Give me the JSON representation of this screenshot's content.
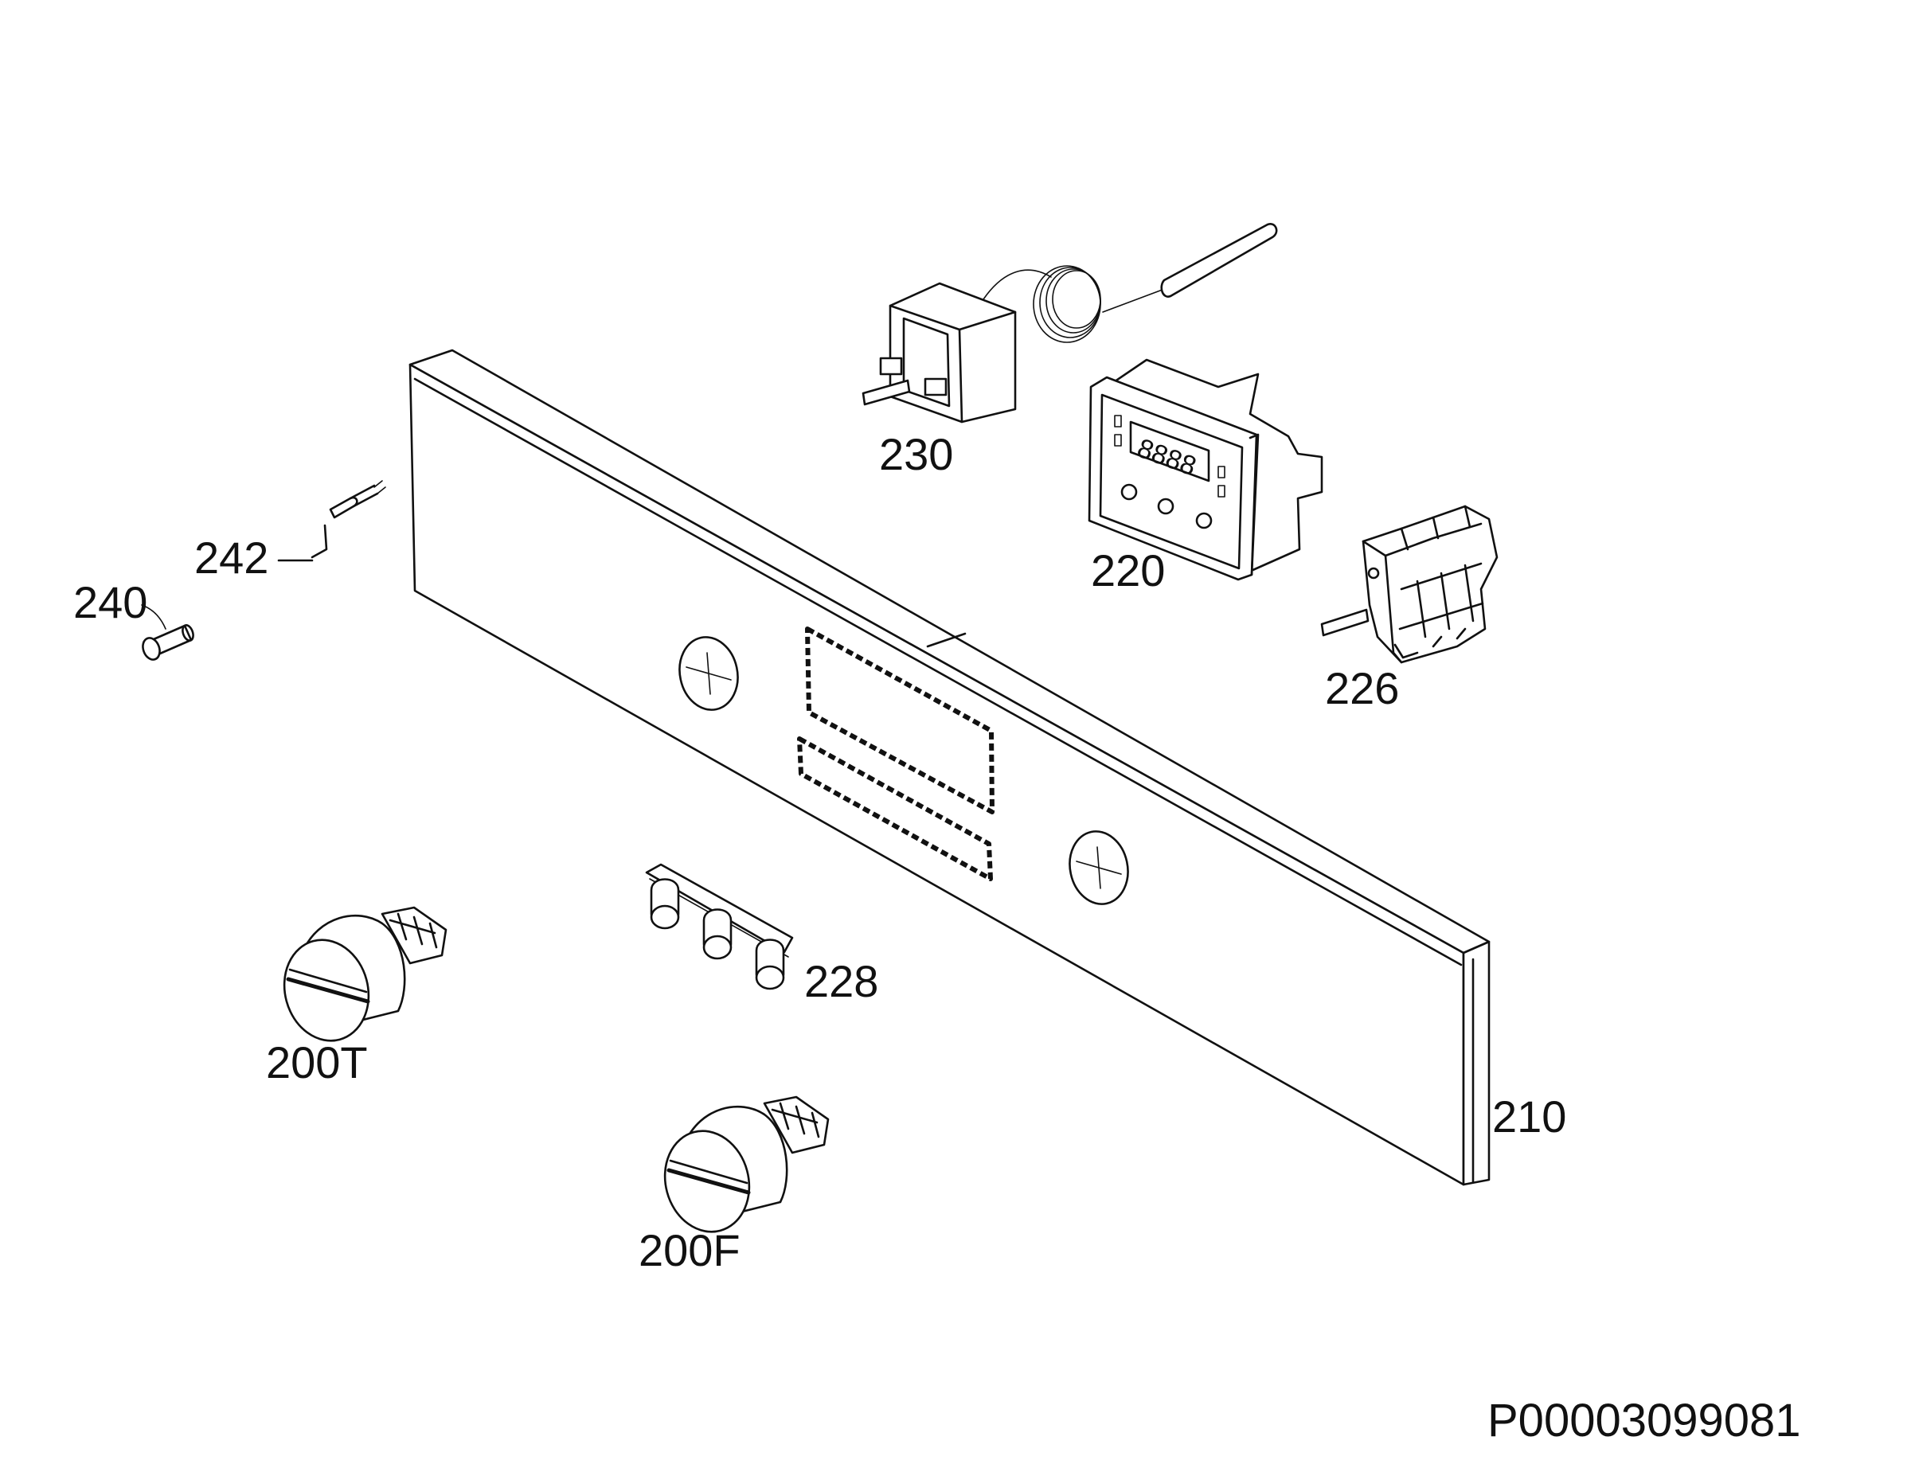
{
  "diagram": {
    "parts": [
      {
        "id": "230",
        "label": "230"
      },
      {
        "id": "220",
        "label": "220"
      },
      {
        "id": "226",
        "label": "226"
      },
      {
        "id": "242",
        "label": "242"
      },
      {
        "id": "240",
        "label": "240"
      },
      {
        "id": "228",
        "label": "228"
      },
      {
        "id": "200T",
        "label": "200T"
      },
      {
        "id": "200F",
        "label": "200F"
      },
      {
        "id": "210",
        "label": "210"
      }
    ],
    "reference_code": "P00003099081"
  }
}
